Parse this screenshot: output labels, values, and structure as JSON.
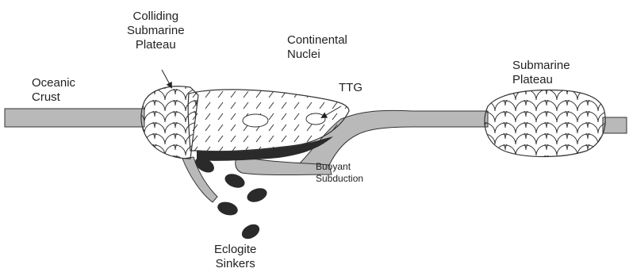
{
  "labels": {
    "oceanic_crust": "Oceanic\nCrust",
    "colliding_plateau": "Colliding\nSubmarine\nPlateau",
    "continental_nuclei": "Continental\nNuclei",
    "ttg": "TTG",
    "submarine_plateau": "Submarine\nPlateau",
    "buoyant_subduction": "Buoyant\nSubduction",
    "eclogite_sinkers": "Eclogite\nSinkers"
  },
  "colors": {
    "crust_fill": "#b9b9b9",
    "outline": "#333333",
    "eclogite": "#2a2a2a",
    "background": "#ffffff"
  }
}
